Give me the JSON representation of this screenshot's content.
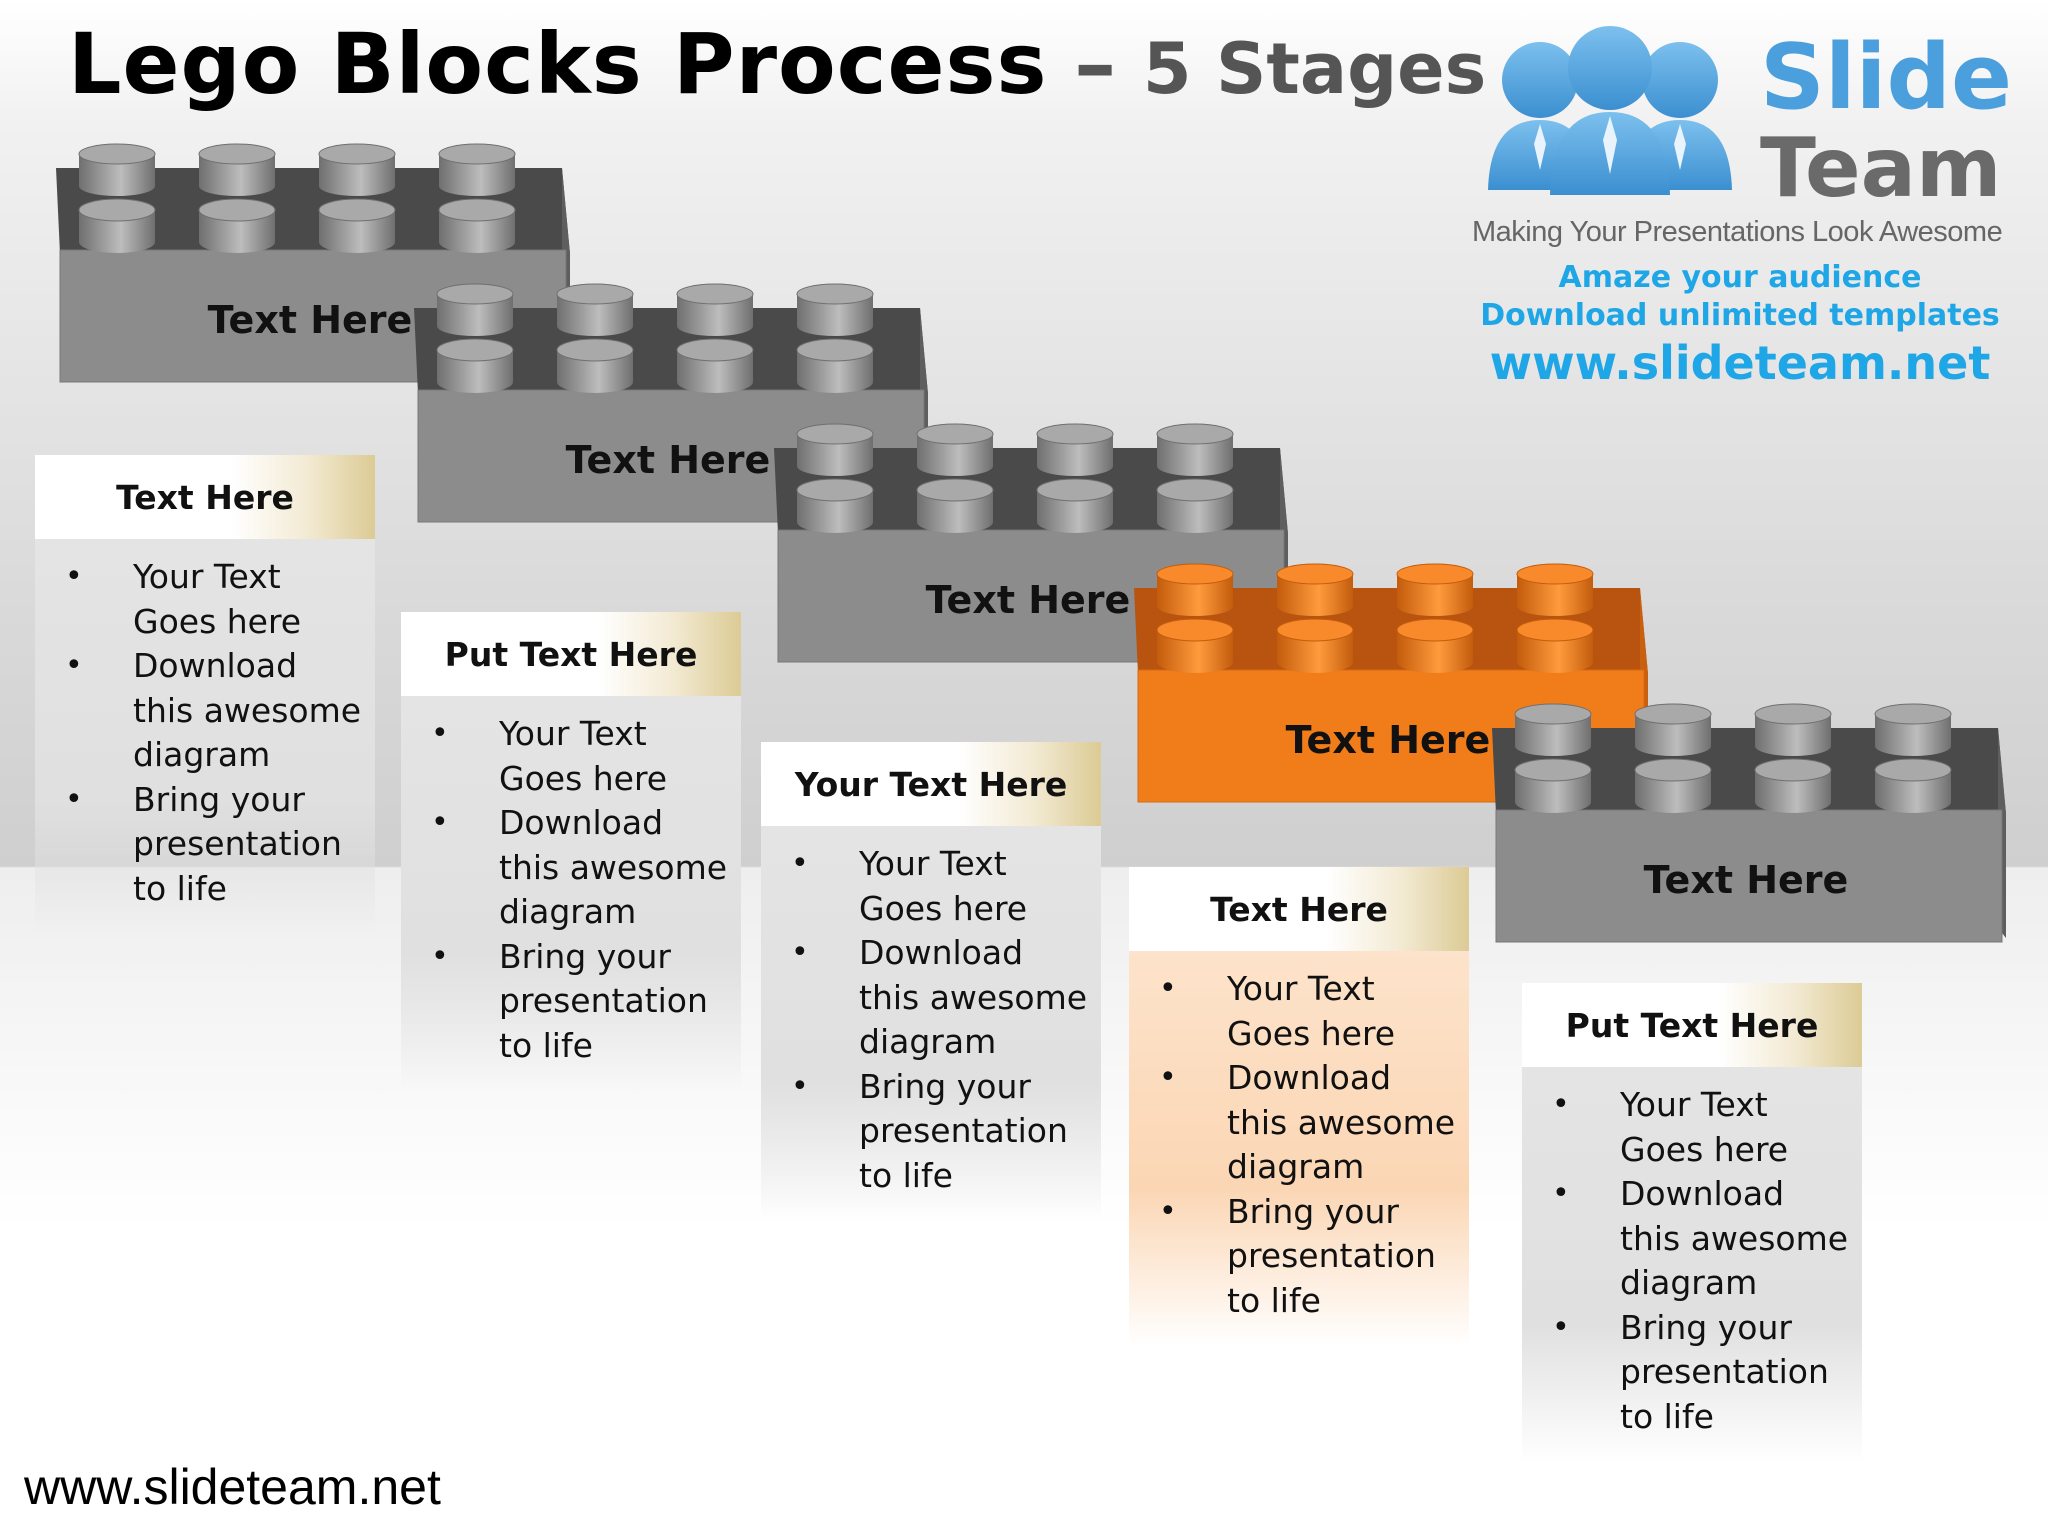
{
  "title": {
    "main": "Lego Blocks Process",
    "dash": "–",
    "sub": "5 Stages"
  },
  "logo": {
    "word1": "Slide",
    "word2": "Team",
    "tagline": "Making Your Presentations Look Awesome",
    "promo_line1": "Amaze your audience",
    "promo_line2": "Download unlimited templates",
    "url": "www.slideteam.net"
  },
  "colors": {
    "brick_gray": "#8c8c8c",
    "brick_orange": "#f07d1a",
    "logo_blue": "#4a9fdc",
    "promo_blue": "#1fa6e6"
  },
  "bricks": [
    {
      "label": "Text Here",
      "color": "gray"
    },
    {
      "label": "Text Here",
      "color": "gray"
    },
    {
      "label": "Text Here",
      "color": "gray"
    },
    {
      "label": "Text Here",
      "color": "orange"
    },
    {
      "label": "Text Here",
      "color": "gray"
    }
  ],
  "cards": [
    {
      "heading": "Text Here",
      "bullets": [
        "Your Text Goes here",
        "Download this awesome diagram",
        "Bring your presentation to life"
      ]
    },
    {
      "heading": "Put Text Here",
      "bullets": [
        "Your Text Goes here",
        "Download this awesome diagram",
        "Bring your presentation to life"
      ]
    },
    {
      "heading": "Your Text Here",
      "bullets": [
        "Your Text Goes here",
        "Download this awesome diagram",
        "Bring your presentation to life"
      ]
    },
    {
      "heading": "Text Here",
      "bullets": [
        "Your Text Goes here",
        "Download this awesome diagram",
        "Bring your presentation to life"
      ]
    },
    {
      "heading": "Put Text Here",
      "bullets": [
        "Your Text Goes here",
        "Download this awesome diagram",
        "Bring your presentation to life"
      ]
    }
  ],
  "footer": {
    "url": "www.slideteam.net"
  }
}
